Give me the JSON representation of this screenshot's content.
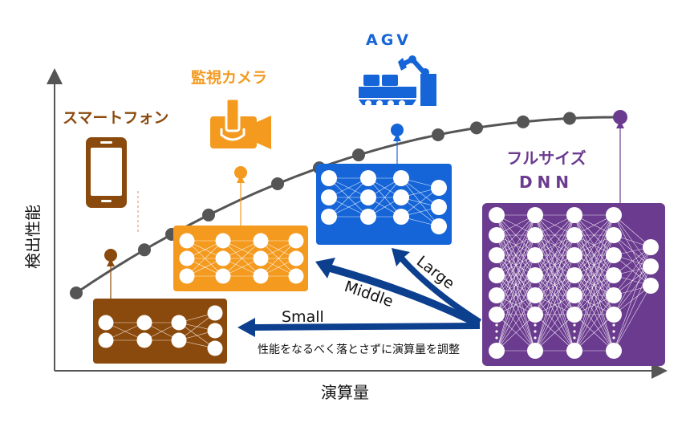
{
  "axes": {
    "y_label": "検出性能",
    "x_label": "演算量"
  },
  "devices": {
    "smartphone": {
      "label": "スマートフォン",
      "color": "#8b4a0d"
    },
    "camera": {
      "label": "監視カメラ",
      "color": "#f39a1f"
    },
    "agv": {
      "label": "AGV",
      "color": "#1565d8"
    },
    "fullsize": {
      "label_line1": "フルサイズ",
      "label_line2": "DNN",
      "color": "#6b3b8f"
    }
  },
  "arrows": {
    "small": "Small",
    "middle": "Middle",
    "large": "Large",
    "color": "#0d3f8f"
  },
  "caption": "性能をなるべく落とさずに演算量を調整",
  "colors": {
    "axis": "#555555",
    "curve": "#555555",
    "dot": "#555555"
  }
}
